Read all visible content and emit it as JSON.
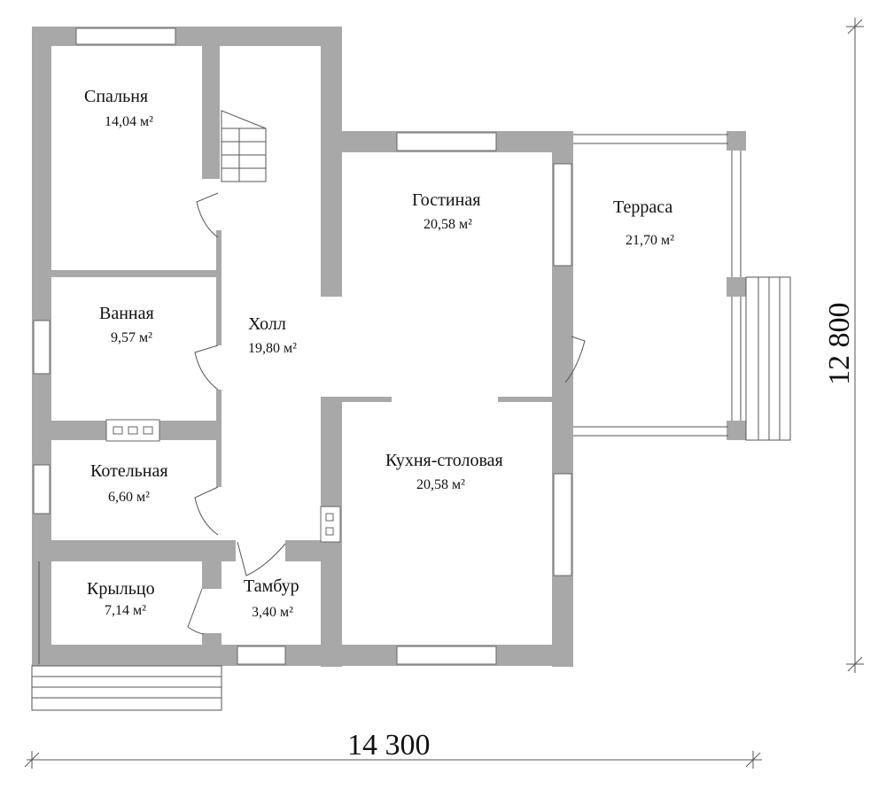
{
  "rooms": [
    {
      "id": "bedroom",
      "name": "Спальня",
      "area": "14,04 м²"
    },
    {
      "id": "living",
      "name": "Гостиная",
      "area": "20,58 м²"
    },
    {
      "id": "terrace",
      "name": "Терраса",
      "area": "21,70 м²"
    },
    {
      "id": "bathroom",
      "name": "Ванная",
      "area": "9,57 м²"
    },
    {
      "id": "hall",
      "name": "Холл",
      "area": "19,80 м²"
    },
    {
      "id": "boiler",
      "name": "Котельная",
      "area": "6,60 м²"
    },
    {
      "id": "kitchen",
      "name": "Кухня-столовая",
      "area": "20,58 м²"
    },
    {
      "id": "porch",
      "name": "Крыльцо",
      "area": "7,14 м²"
    },
    {
      "id": "vestibule",
      "name": "Тамбур",
      "area": "3,40 м²"
    }
  ],
  "dimensions": {
    "width": "14 300",
    "height": "12 800"
  }
}
